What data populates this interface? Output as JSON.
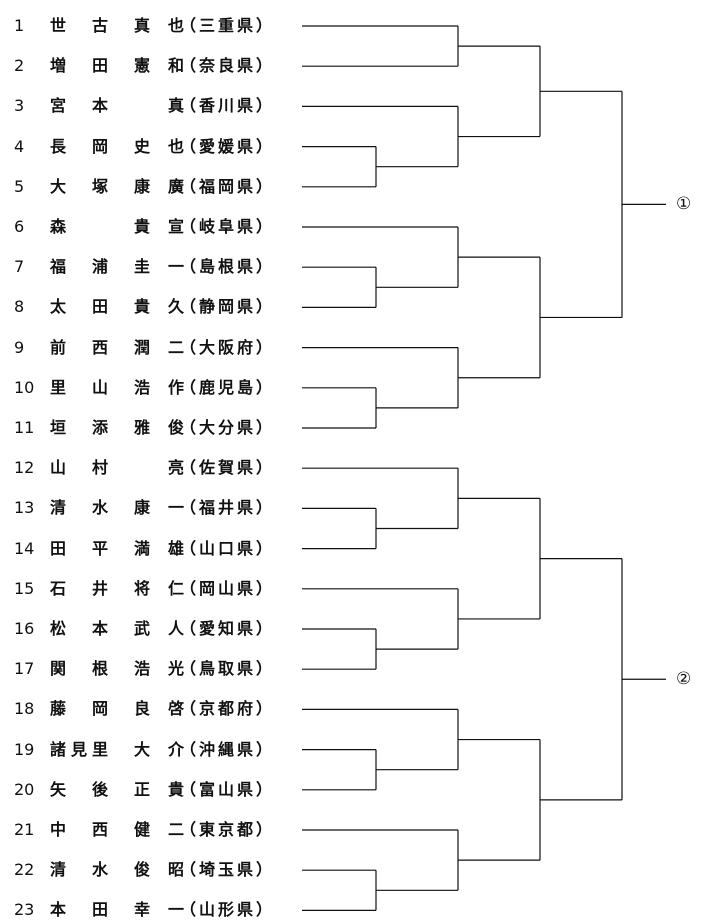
{
  "entries": [
    {
      "no": "1",
      "name": [
        "世",
        "古",
        "真",
        "也"
      ],
      "pref": "（三重県）"
    },
    {
      "no": "2",
      "name": [
        "増",
        "田",
        "憲",
        "和"
      ],
      "pref": "（奈良県）"
    },
    {
      "no": "3",
      "name": [
        "宮",
        "本",
        "",
        "真"
      ],
      "pref": "（香川県）"
    },
    {
      "no": "4",
      "name": [
        "長",
        "岡",
        "史",
        "也"
      ],
      "pref": "（愛媛県）"
    },
    {
      "no": "5",
      "name": [
        "大",
        "塚",
        "康",
        "廣"
      ],
      "pref": "（福岡県）"
    },
    {
      "no": "6",
      "name": [
        "森",
        "",
        "貴",
        "宣"
      ],
      "pref": "（岐阜県）"
    },
    {
      "no": "7",
      "name": [
        "福",
        "浦",
        "圭",
        "一"
      ],
      "pref": "（島根県）"
    },
    {
      "no": "8",
      "name": [
        "太",
        "田",
        "貴",
        "久"
      ],
      "pref": "（静岡県）"
    },
    {
      "no": "9",
      "name": [
        "前",
        "西",
        "潤",
        "二"
      ],
      "pref": "（大阪府）"
    },
    {
      "no": "10",
      "name": [
        "里",
        "山",
        "浩",
        "作"
      ],
      "pref": "（鹿児島）"
    },
    {
      "no": "11",
      "name": [
        "垣",
        "添",
        "雅",
        "俊"
      ],
      "pref": "（大分県）"
    },
    {
      "no": "12",
      "name": [
        "山",
        "村",
        "",
        "亮"
      ],
      "pref": "（佐賀県）"
    },
    {
      "no": "13",
      "name": [
        "清",
        "水",
        "康",
        "一"
      ],
      "pref": "（福井県）"
    },
    {
      "no": "14",
      "name": [
        "田",
        "平",
        "満",
        "雄"
      ],
      "pref": "（山口県）"
    },
    {
      "no": "15",
      "name": [
        "石",
        "井",
        "将",
        "仁"
      ],
      "pref": "（岡山県）"
    },
    {
      "no": "16",
      "name": [
        "松",
        "本",
        "武",
        "人"
      ],
      "pref": "（愛知県）"
    },
    {
      "no": "17",
      "name": [
        "関",
        "根",
        "浩",
        "光"
      ],
      "pref": "（鳥取県）"
    },
    {
      "no": "18",
      "name": [
        "藤",
        "岡",
        "良",
        "啓"
      ],
      "pref": "（京都府）"
    },
    {
      "no": "19",
      "name": [
        "諸",
        "見",
        "里",
        "大",
        "介"
      ],
      "pref": "（沖縄県）"
    },
    {
      "no": "20",
      "name": [
        "矢",
        "後",
        "正",
        "貴"
      ],
      "pref": "（富山県）"
    },
    {
      "no": "21",
      "name": [
        "中",
        "西",
        "健",
        "二"
      ],
      "pref": "（東京都）"
    },
    {
      "no": "22",
      "name": [
        "清",
        "水",
        "俊",
        "昭"
      ],
      "pref": "（埼玉県）"
    },
    {
      "no": "23",
      "name": [
        "本",
        "田",
        "幸",
        "一"
      ],
      "pref": "（山形県）"
    }
  ],
  "results": [
    "①",
    "②"
  ],
  "bracket": {
    "top": [
      [
        1,
        2
      ],
      [
        3,
        [
          4,
          5
        ]
      ],
      [
        6,
        [
          7,
          8
        ]
      ],
      [
        9,
        [
          10,
          11
        ]
      ]
    ],
    "bottom": [
      [
        12,
        [
          13,
          14
        ]
      ],
      [
        15,
        [
          16,
          17
        ]
      ],
      [
        18,
        [
          19,
          20
        ]
      ],
      [
        21,
        [
          22,
          23
        ]
      ]
    ]
  }
}
